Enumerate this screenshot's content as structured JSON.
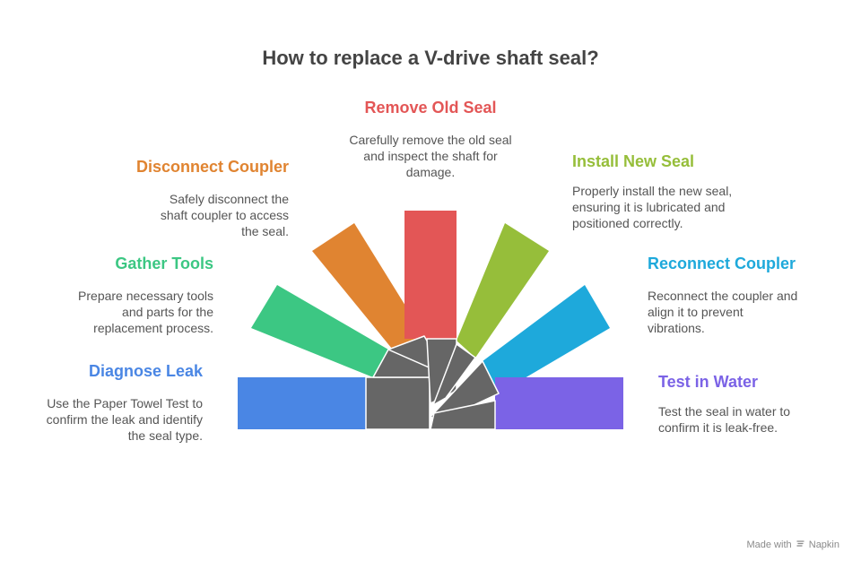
{
  "title": "How to replace a V-drive shaft seal?",
  "steps": [
    {
      "title": "Diagnose Leak",
      "desc": "Use the Paper Towel Test to confirm the leak and identify the seal type.",
      "color": "#4A86E4"
    },
    {
      "title": "Gather Tools",
      "desc": "Prepare necessary tools and parts for the replacement process.",
      "color": "#3CC783"
    },
    {
      "title": "Disconnect Coupler",
      "desc": "Safely disconnect the shaft coupler to access the seal.",
      "color": "#E08431"
    },
    {
      "title": "Remove Old Seal",
      "desc": "Carefully remove the old seal and inspect the shaft for damage.",
      "color": "#E35656"
    },
    {
      "title": "Install New Seal",
      "desc": "Properly install the new seal, ensuring it is lubricated and positioned correctly.",
      "color": "#96BE3A"
    },
    {
      "title": "Reconnect Coupler",
      "desc": "Reconnect the coupler and align it to prevent vibrations.",
      "color": "#1EA9DB"
    },
    {
      "title": "Test in Water",
      "desc": "Test the seal in water to confirm it is leak-free.",
      "color": "#7B63E6"
    }
  ],
  "hub_color": "#666666",
  "branding": {
    "made_with": "Made with",
    "brand": "Napkin",
    "logo_icon": "napkin-logo-icon"
  }
}
